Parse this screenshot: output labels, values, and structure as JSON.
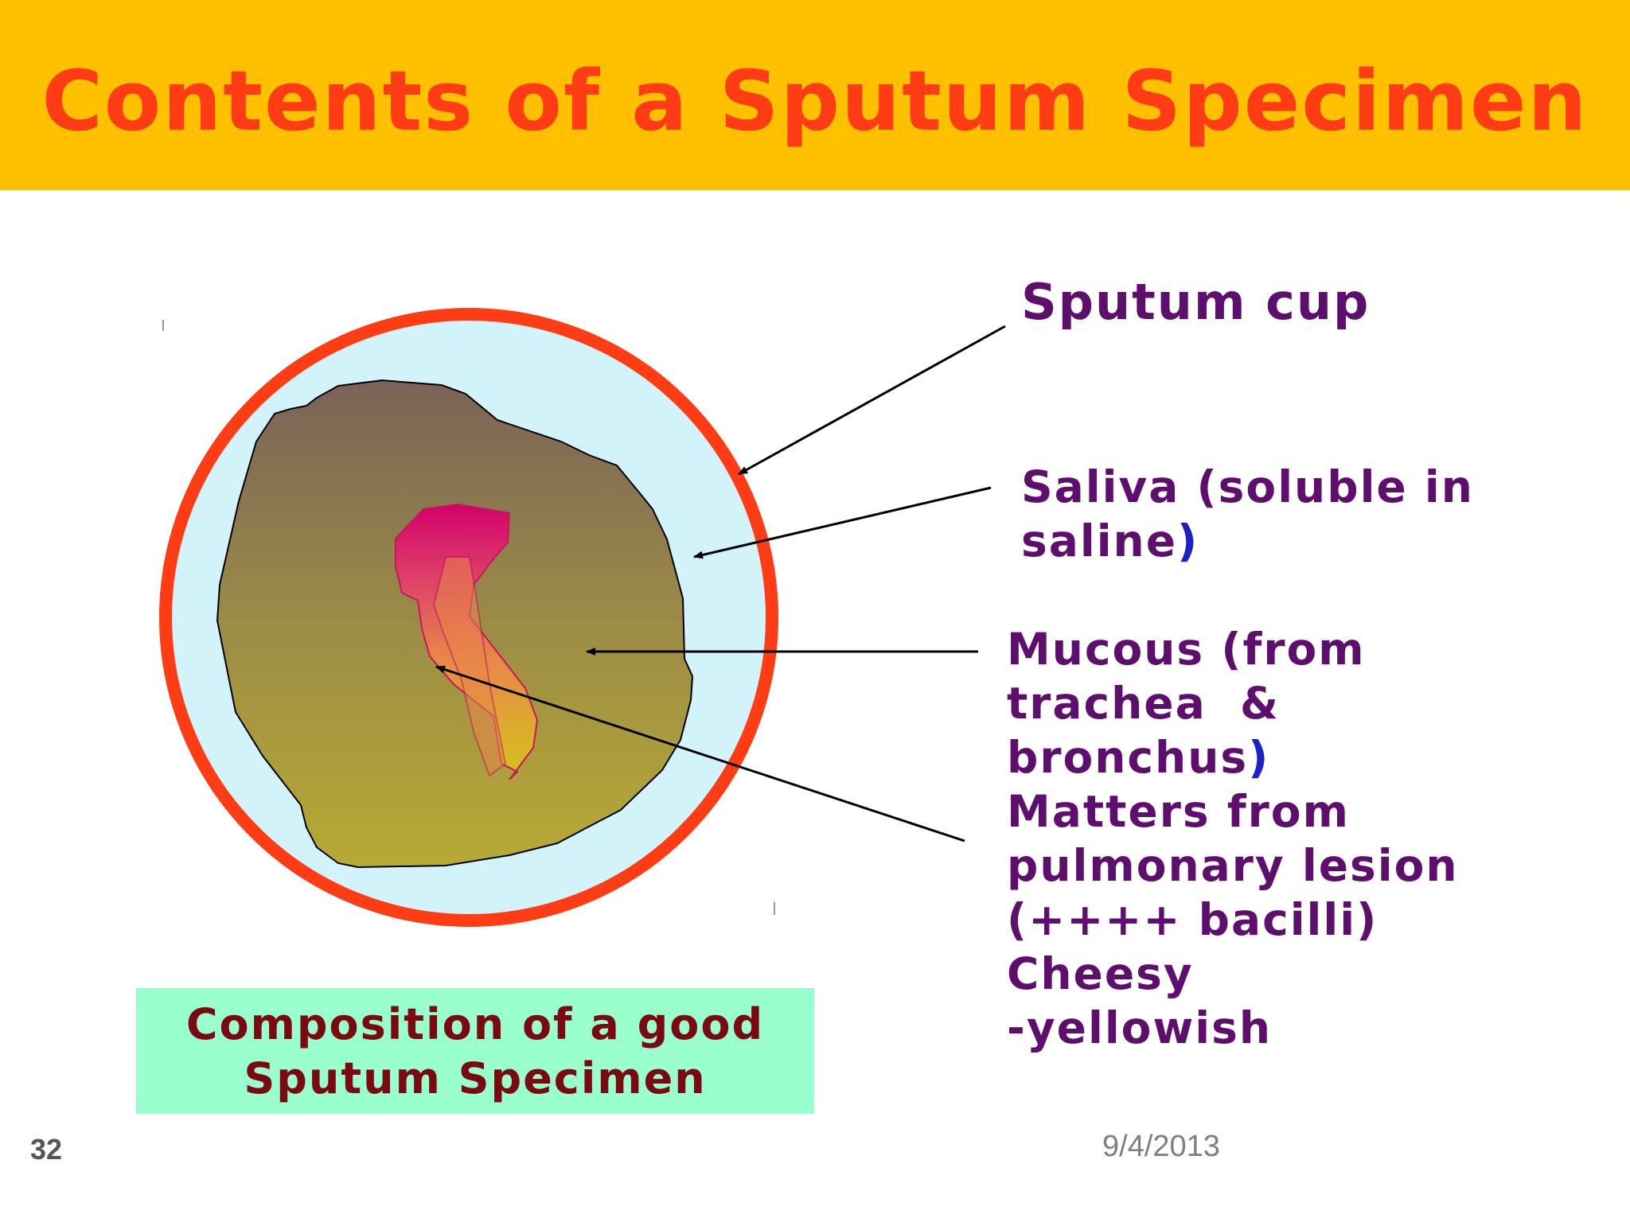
{
  "slide": {
    "title": "Contents of a Sputum Specimen",
    "number": "32",
    "date": "9/4/2013"
  },
  "labels": {
    "sputum_cup": "Sputum cup",
    "saliva_text": "Saliva (soluble in saline",
    "saliva_paren": ")",
    "mucous_line1": "Mucous (from",
    "mucous_line2": "trachea  &",
    "mucous_line3": "bronchus",
    "mucous_paren": ")",
    "matters_line1": "Matters from",
    "matters_line2": "pulmonary lesion",
    "matters_line3": "(++++ bacilli)",
    "matters_line4": "Cheesy",
    "matters_line5": "-yellowish"
  },
  "caption": {
    "line1": "Composition of a good",
    "line2": "Sputum Specimen"
  },
  "colors": {
    "header_bg": "#FFC000",
    "title": "#FF3C14",
    "label_purple": "#5E0F6E",
    "paren_blue": "#1C22C8",
    "cup_ring": "#FF3C14",
    "saliva_fill": "#D2F3FA",
    "caption_bg": "#99FFCC",
    "caption_text": "#7A0A10",
    "lesion_magenta": "#D4006A",
    "lesion_yellow": "#D4C41A"
  }
}
